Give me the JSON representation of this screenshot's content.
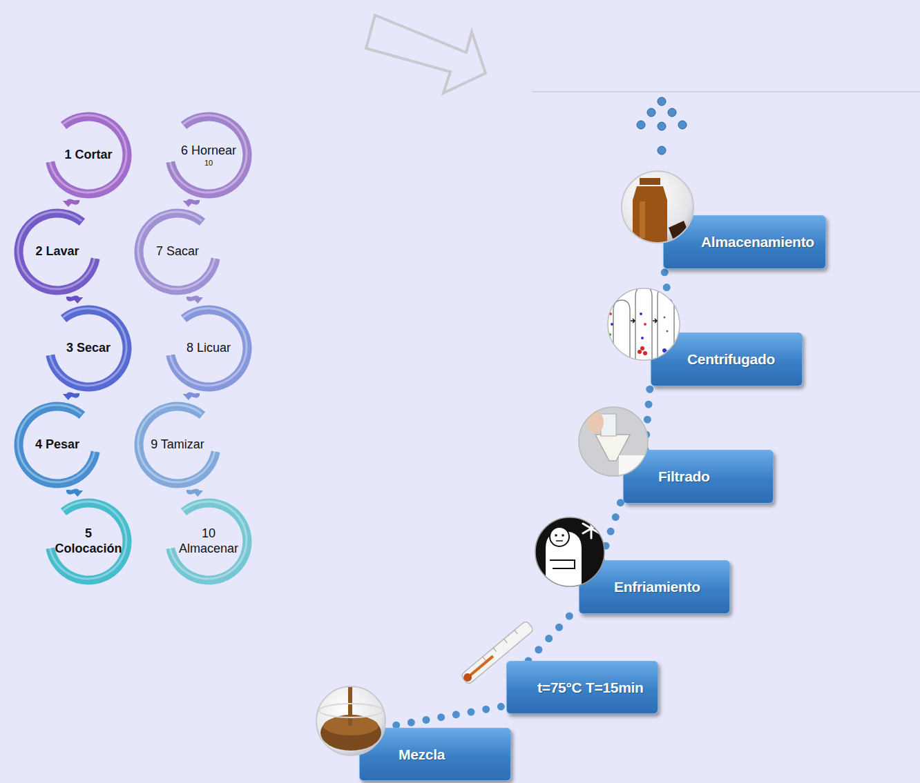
{
  "diagram": {
    "nodes": [
      {
        "text": [
          "1 Cortar"
        ]
      },
      {
        "text": [
          "2 Lavar"
        ]
      },
      {
        "text": [
          "3 Secar"
        ]
      },
      {
        "text": [
          "4 Pesar"
        ]
      },
      {
        "text": [
          "5 Colocación"
        ]
      },
      {
        "text": [
          "6 Hornear",
          "10"
        ]
      },
      {
        "text": [
          "7 Sacar"
        ]
      },
      {
        "text": [
          "8 Licuar"
        ]
      },
      {
        "text": [
          "9 Tamizar"
        ]
      },
      {
        "text": [
          "10 Almacenar"
        ]
      },
      {
        "text": [
          "Mezcla"
        ]
      },
      {
        "text": [
          "t=75°C T=15min"
        ]
      },
      {
        "text": [
          "Enfriamiento"
        ]
      },
      {
        "text": [
          "Filtrado"
        ]
      },
      {
        "text": [
          "Centrifugado"
        ]
      },
      {
        "text": [
          "Almacenamiento"
        ]
      }
    ],
    "edges": [
      {
        "from": 0,
        "to": 1,
        "arrow": "to"
      },
      {
        "from": 1,
        "to": 2,
        "arrow": "to"
      },
      {
        "from": 2,
        "to": 3,
        "arrow": "to"
      },
      {
        "from": 3,
        "to": 4,
        "arrow": "to"
      },
      {
        "from": 5,
        "to": 6,
        "arrow": "to"
      },
      {
        "from": 6,
        "to": 7,
        "arrow": "to"
      },
      {
        "from": 7,
        "to": 8,
        "arrow": "to"
      },
      {
        "from": 8,
        "to": 9,
        "arrow": "to"
      },
      {
        "from": 10,
        "to": 11,
        "arrow": "none"
      },
      {
        "from": 11,
        "to": 12,
        "arrow": "none"
      },
      {
        "from": 12,
        "to": 13,
        "arrow": "none"
      },
      {
        "from": 13,
        "to": 14,
        "arrow": "none"
      },
      {
        "from": 14,
        "to": 15,
        "arrow": "none"
      }
    ]
  }
}
